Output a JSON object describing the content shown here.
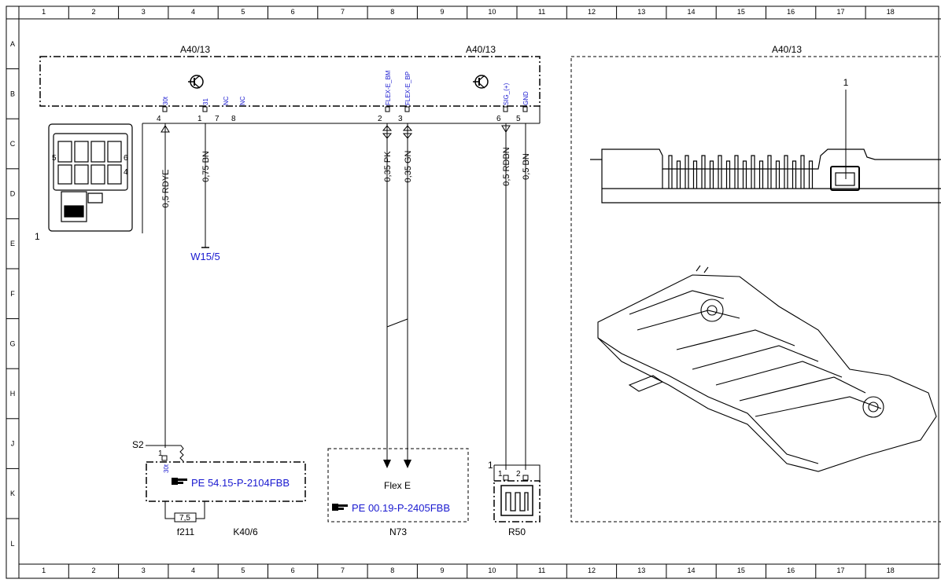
{
  "frame": {
    "columns": [
      "1",
      "2",
      "3",
      "4",
      "5",
      "6",
      "7",
      "8",
      "9",
      "10",
      "11",
      "12",
      "13",
      "14",
      "15",
      "16",
      "17",
      "18"
    ],
    "rows": [
      "A",
      "B",
      "C",
      "D",
      "E",
      "F",
      "G",
      "H",
      "J",
      "K",
      "L"
    ]
  },
  "module": {
    "left_title": "A40/13",
    "mid_title": "A40/13",
    "right_title": "A40/13",
    "connector_ref": "1",
    "connector_pin_5": "5",
    "connector_pin_6": "6",
    "connector_pin_4": "4",
    "picture_ref": "1"
  },
  "pins": [
    {
      "name": "30t",
      "num": "4"
    },
    {
      "name": "31",
      "num": "1"
    },
    {
      "name": "NC",
      "num": "7"
    },
    {
      "name": "NC",
      "num": "8"
    },
    {
      "name": "FLEX-E_BM",
      "num": "2"
    },
    {
      "name": "FLEX-E_BP",
      "num": "3"
    },
    {
      "name": "SIG_(+)",
      "num": "6"
    },
    {
      "name": "GND",
      "num": "5"
    }
  ],
  "wires": [
    {
      "label": "0,5 RDYE"
    },
    {
      "label": "0,75 BN"
    },
    {
      "label": "0,35 PK"
    },
    {
      "label": "0,35 GN"
    },
    {
      "label": "0,5 RDBN"
    },
    {
      "label": "0,5 BN"
    }
  ],
  "ground_ref": "W15/5",
  "k40": {
    "s_label": "S2",
    "pin_num": "1",
    "pin_name": "30t",
    "ref_text": "PE 54.15-P-2104FBB",
    "fuse_value": "7,5",
    "fuse_name": "f211",
    "name": "K40/6"
  },
  "n73": {
    "label": "Flex E",
    "ref_text": "PE 00.19-P-2405FBB",
    "name": "N73"
  },
  "r50": {
    "ref": "1",
    "pin1": "1",
    "pin2": "2",
    "name": "R50"
  },
  "colors": {
    "line": "#000000",
    "blue": "#1a1ad0"
  },
  "icons": [
    "transistor-icon",
    "hand-pointer-icon",
    "heater-icon"
  ]
}
